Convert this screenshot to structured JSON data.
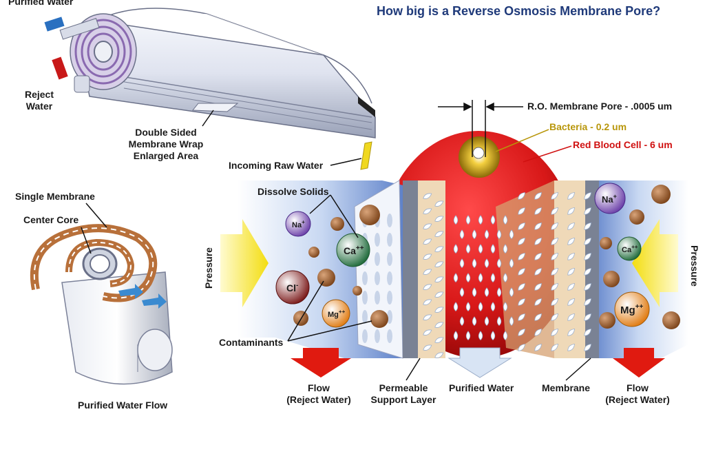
{
  "title": "How big is a Reverse Osmosis Membrane Pore?",
  "labels": {
    "purified_water_top": "Purified Water",
    "reject_water_1": "Reject",
    "reject_water_2": "Water",
    "double_sided_1": "Double Sided",
    "double_sided_2": "Membrane Wrap",
    "double_sided_3": "Enlarged Area",
    "incoming_raw_water": "Incoming Raw Water",
    "single_membrane": "Single Membrane",
    "center_core": "Center Core",
    "purified_water_flow": "Purified Water Flow",
    "ro_pore": "R.O. Membrane Pore - .0005 um",
    "bacteria": "Bacteria - 0.2 um",
    "red_blood_cell": "Red Blood Cell - 6 um",
    "dissolve_solids": "Dissolve Solids",
    "contaminants": "Contaminants",
    "pressure_left": "Pressure",
    "pressure_right": "Pressure",
    "flow_left_1": "Flow",
    "flow_left_2": "(Reject Water)",
    "permeable_1": "Permeable",
    "permeable_2": "Support Layer",
    "purified_water_bottom": "Purified Water",
    "membrane": "Membrane",
    "flow_right_1": "Flow",
    "flow_right_2": "(Reject Water)"
  },
  "ions": {
    "na_left": "Na",
    "na_left_sup": "+",
    "ca_left": "Ca",
    "ca_left_sup": "++",
    "cl_left": "Cl",
    "cl_left_sup": "-",
    "mg_left": "Mg",
    "mg_left_sup": "++",
    "na_right": "Na",
    "na_right_sup": "+",
    "ca_right": "Ca",
    "ca_right_sup": "++",
    "mg_right": "Mg",
    "mg_right_sup": "++"
  },
  "colors": {
    "title": "#1f3a7a",
    "bacteria": "#b8960a",
    "red_blood_cell": "#d01010",
    "membrane_tan": "#c8875a",
    "arrow_red": "#e01a10",
    "pressure_yellow": "#f5e020"
  }
}
